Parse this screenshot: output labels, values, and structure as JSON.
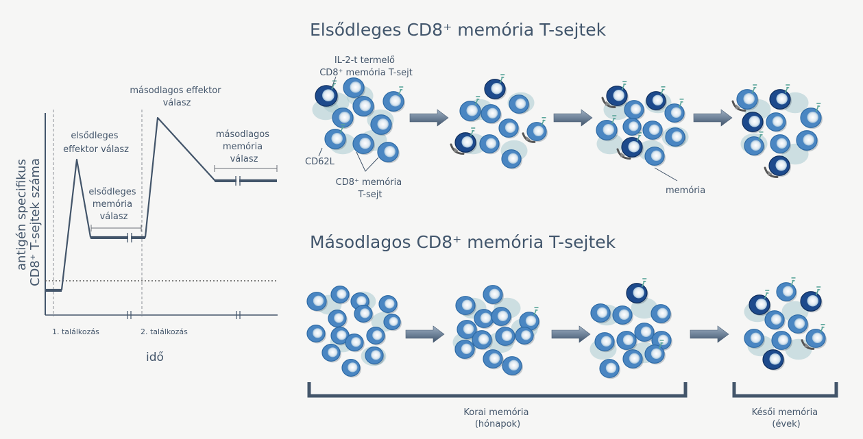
{
  "graph": {
    "y_axis_label_line1": "antigén specifikus",
    "y_axis_label_line2": "CD8⁺ T-sejtek száma",
    "x_axis_label": "idő",
    "encounter1": "1. találkozás",
    "encounter2": "2. találkozás",
    "primary_effector": [
      "elsődleges",
      "effektor  válasz"
    ],
    "primary_memory": [
      "elsődleges",
      "memória",
      "válasz"
    ],
    "secondary_effector": [
      "másodlagos  effektor",
      "válasz"
    ],
    "secondary_memory": [
      "másodlagos",
      "memória",
      "válasz"
    ]
  },
  "primary_panel": {
    "title": "Elsődleges  CD8⁺  memória  T-sejtek",
    "il2_label": [
      "IL-2-t  termelő",
      "CD8⁺  memória  T-sejt"
    ],
    "cd62l_label": "CD62L",
    "memory_cell_label": [
      "CD8⁺ memória",
      "T-sejt"
    ],
    "memory_label": "memória"
  },
  "secondary_panel": {
    "title": "Másodlagos  CD8⁺  memória  T-sejtek"
  },
  "bottom": {
    "early_memory": [
      "Korai  memória",
      "(hónapok)"
    ],
    "late_memory": [
      "Késői  memória",
      "(évek)"
    ]
  },
  "colors": {
    "line": "#43556a",
    "cell_light": "#4a86c2",
    "cell_dark": "#1d4a8c",
    "ghost": "#a9cbd0",
    "arrow": "#6b7f96"
  }
}
